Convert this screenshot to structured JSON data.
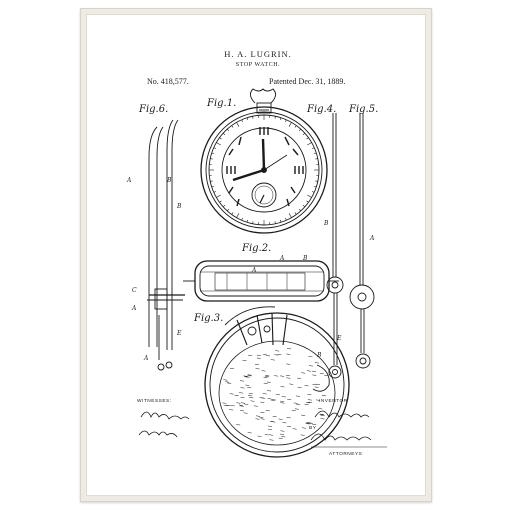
{
  "header": {
    "inventor": "H. A. LUGRIN.",
    "title": "STOP WATCH.",
    "patent_number": "No. 418,577.",
    "patent_date": "Patented Dec. 31, 1889."
  },
  "figures": {
    "fig1": "Fig.1.",
    "fig2": "Fig.2.",
    "fig3": "Fig.3.",
    "fig4": "Fig.4.",
    "fig5": "Fig.5.",
    "fig6": "Fig.6."
  },
  "labels": {
    "a": "A",
    "b": "B",
    "c": "C",
    "e": "E"
  },
  "footer": {
    "witnesses_label": "WITNESSES:",
    "inventor_label": "INVENTOR",
    "by_label": "BY",
    "attorneys_label": "ATTORNEYS"
  },
  "colors": {
    "ink": "#1a1a1a",
    "frame": "#eeeae4",
    "paper": "#ffffff"
  }
}
